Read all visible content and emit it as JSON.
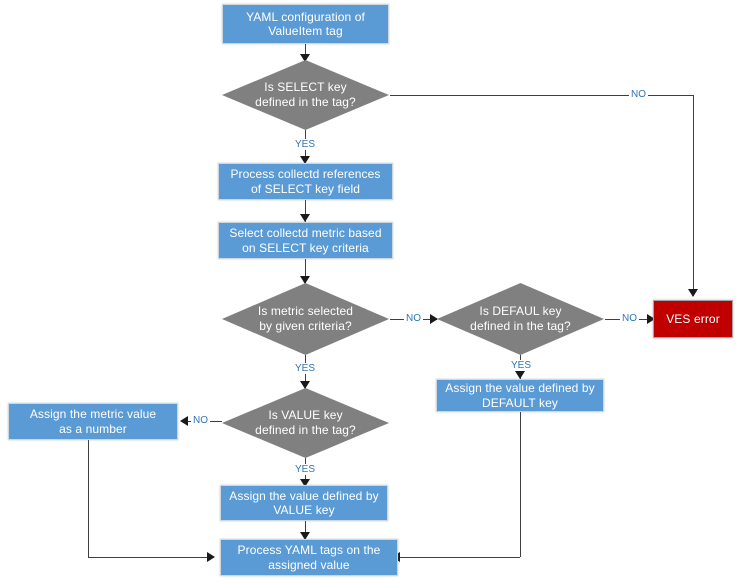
{
  "diagram": {
    "title": "YAML configuration of ValueItem tag flow",
    "type": "flowchart",
    "colors": {
      "process_fill": "#5B9BD5",
      "decision_fill": "#808080",
      "error_fill": "#C00000",
      "label_text": "#2E75B6",
      "connector": "#3F3F3F",
      "node_text": "#FFFFFF",
      "background": "#FFFFFF"
    },
    "nodes": {
      "start": {
        "kind": "process",
        "line1": "YAML configuration of",
        "line2": "ValueItem tag"
      },
      "select_decision": {
        "kind": "decision",
        "line1": "Is SELECT key",
        "line2": "defined in the tag?"
      },
      "process_refs": {
        "kind": "process",
        "line1": "Process collectd references",
        "line2": "of SELECT key field"
      },
      "select_metric": {
        "kind": "process",
        "line1": "Select collectd metric based",
        "line2": "on SELECT key criteria"
      },
      "metric_decision": {
        "kind": "decision",
        "line1": "Is metric selected",
        "line2": "by given criteria?"
      },
      "defaul_decision": {
        "kind": "decision",
        "line1": "Is DEFAUL key",
        "line2": "defined in the tag?"
      },
      "ves_error": {
        "kind": "error",
        "line1": "VES error"
      },
      "assign_default": {
        "kind": "process",
        "line1": "Assign the value defined by",
        "line2": "DEFAULT key"
      },
      "value_decision": {
        "kind": "decision",
        "line1": "Is VALUE key",
        "line2": "defined in the tag?"
      },
      "assign_number": {
        "kind": "process",
        "line1": "Assign the metric value",
        "line2": "as a number"
      },
      "assign_value": {
        "kind": "process",
        "line1": "Assign the value defined by",
        "line2": "VALUE key"
      },
      "process_yaml": {
        "kind": "process",
        "line1": "Process YAML tags on the",
        "line2": "assigned value"
      }
    },
    "edge_labels": {
      "select_no": "NO",
      "select_yes": "YES",
      "metric_no": "NO",
      "metric_yes": "YES",
      "defaul_no": "NO",
      "defaul_yes": "YES",
      "value_no": "NO",
      "value_yes": "YES"
    }
  }
}
